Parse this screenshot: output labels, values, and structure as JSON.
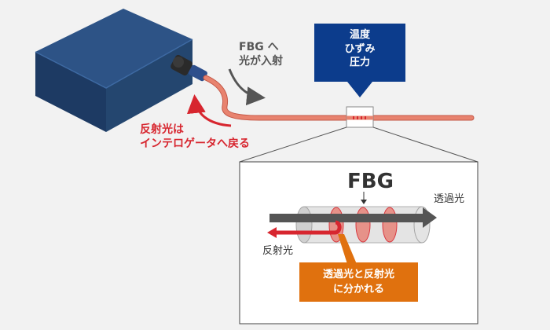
{
  "labels": {
    "light_to_fbg": "FBG へ\n光が入射",
    "reflected_back": "反射光は\nインテロゲータへ戻る",
    "environment": "温度\nひずみ\n圧力",
    "fbg": "FBG",
    "transmitted": "透過光",
    "reflected": "反射光",
    "split": "透過光と反射光\nに分かれる"
  },
  "colors": {
    "device_top": "#2d5386",
    "device_front": "#1d3a63",
    "fiber": "#e8836f",
    "env_box": "#0c3c8c",
    "reflect_red": "#d7262f",
    "callout_orange": "#e0710e",
    "arrow_dark": "#555555"
  }
}
